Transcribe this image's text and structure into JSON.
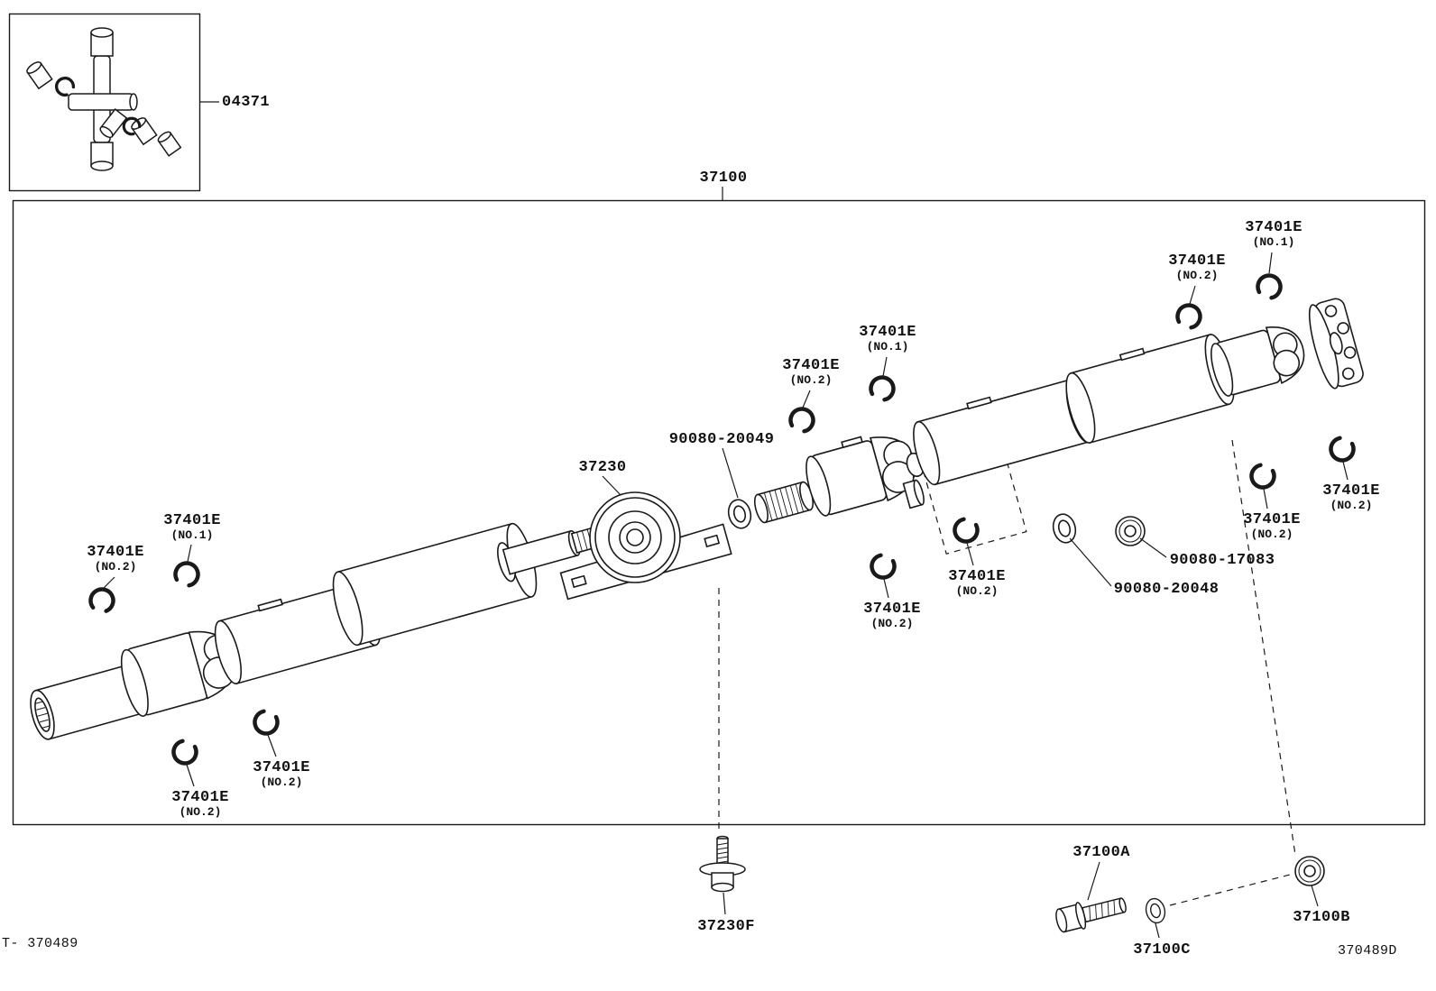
{
  "page": {
    "background": "#ffffff",
    "ink": "#1a1a1a",
    "footer_left": "T- 370489",
    "footer_right": "370489D"
  },
  "inset": {
    "part_number": "04371"
  },
  "assembly": {
    "part_number": "37100"
  },
  "callouts": [
    {
      "text": "37401E",
      "sub": "(NO.1)"
    },
    {
      "text": "37401E",
      "sub": "(NO.2)"
    },
    {
      "text": "37401E",
      "sub": "(NO.1)"
    },
    {
      "text": "37401E",
      "sub": "(NO.2)"
    },
    {
      "text": "90080-20049",
      "sub": ""
    },
    {
      "text": "37230",
      "sub": ""
    },
    {
      "text": "37401E",
      "sub": "(NO.1)"
    },
    {
      "text": "37401E",
      "sub": "(NO.2)"
    },
    {
      "text": "37401E",
      "sub": "(NO.2)"
    },
    {
      "text": "37401E",
      "sub": "(NO.2)"
    },
    {
      "text": "90080-17083",
      "sub": ""
    },
    {
      "text": "90080-20048",
      "sub": ""
    },
    {
      "text": "37401E",
      "sub": "(NO.2)"
    },
    {
      "text": "37401E",
      "sub": "(NO.2)"
    },
    {
      "text": "37401E",
      "sub": "(NO.2)"
    },
    {
      "text": "37401E",
      "sub": "(NO.2)"
    },
    {
      "text": "37230F",
      "sub": ""
    },
    {
      "text": "37100A",
      "sub": ""
    },
    {
      "text": "37100C",
      "sub": ""
    },
    {
      "text": "37100B",
      "sub": ""
    }
  ]
}
